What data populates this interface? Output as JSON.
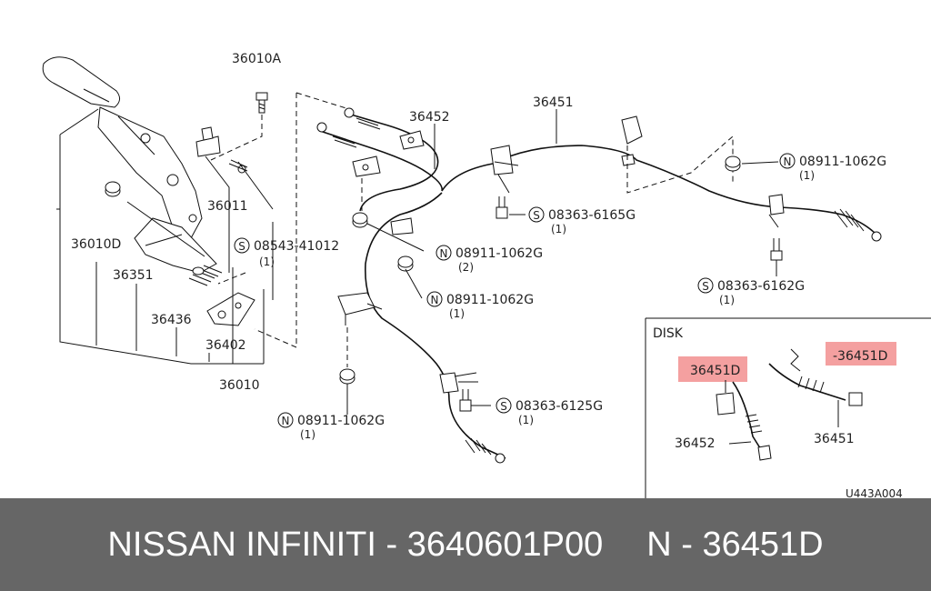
{
  "labels": {
    "p36010A": "36010A",
    "p36011": "36011",
    "p36010D": "36010D",
    "p36351": "36351",
    "p36436": "36436",
    "p36402": "36402",
    "p36010": "36010",
    "p36452": "36452",
    "p36451": "36451",
    "s08543": "08543-41012",
    "s08543q": "(1)",
    "n08911a": "08911-1062G",
    "n08911aq": "(1)",
    "s08363a": "08363-6165G",
    "s08363aq": "(1)",
    "n08911b": "08911-1062G",
    "n08911bq": "(2)",
    "s08363b": "08363-6162G",
    "s08363bq": "(1)",
    "n08911c": "08911-1062G",
    "n08911cq": "(1)",
    "s08363c": "08363-6125G",
    "s08363cq": "(1)",
    "n08911d": "08911-1062G",
    "n08911dq": "(1)",
    "sym_s": "S",
    "sym_n": "N"
  },
  "inset": {
    "title": "DISK",
    "left_label": "36451D",
    "right_label": "-36451D",
    "part_left": "36452",
    "part_right": "36451",
    "highlight_color": "#f4a0a0"
  },
  "figure_code": "U443A004",
  "footer": {
    "brand": "NISSAN  INFINITI - 3640601P00",
    "part": "N - 36451D"
  }
}
